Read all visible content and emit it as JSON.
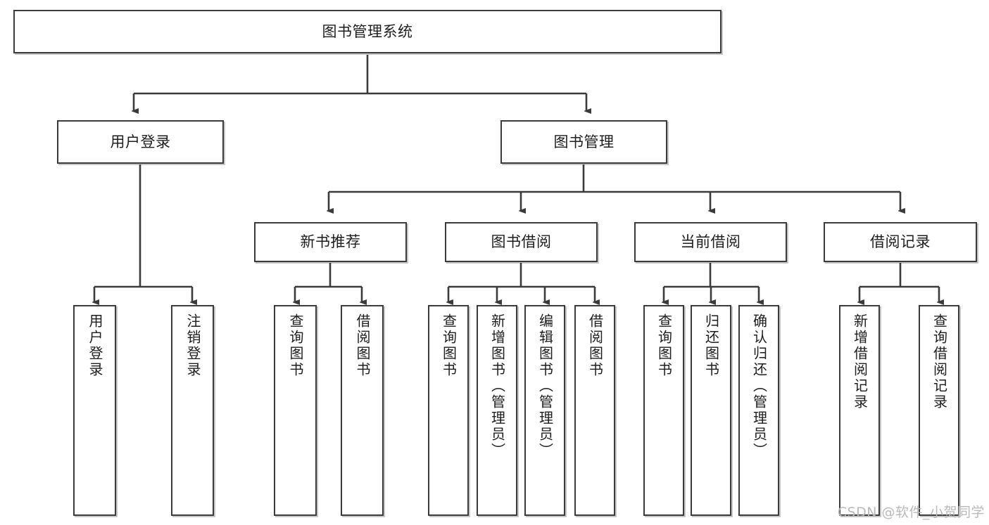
{
  "diagram": {
    "type": "tree",
    "title": "图书管理系统",
    "root": {
      "label": "图书管理系统"
    },
    "level2": [
      {
        "label": "用户登录"
      },
      {
        "label": "图书管理"
      }
    ],
    "level3": [
      {
        "label": "新书推荐"
      },
      {
        "label": "图书借阅"
      },
      {
        "label": "当前借阅"
      },
      {
        "label": "借阅记录"
      }
    ],
    "leaves": {
      "user_login": [
        {
          "label": "用户登录"
        },
        {
          "label": "注销登录"
        }
      ],
      "new_book": [
        {
          "label": "查询图书"
        },
        {
          "label": "借阅图书"
        }
      ],
      "book_borrow": [
        {
          "label": "查询图书"
        },
        {
          "label": "新增图书（管理员）"
        },
        {
          "label": "编辑图书（管理员）"
        },
        {
          "label": "借阅图书"
        }
      ],
      "current_borrow": [
        {
          "label": "查询图书"
        },
        {
          "label": "归还图书"
        },
        {
          "label": "确认归还（管理员）"
        }
      ],
      "borrow_record": [
        {
          "label": "新增借阅记录"
        },
        {
          "label": "查询借阅记录"
        }
      ]
    }
  },
  "watermark": {
    "text": "CSDN @软件_小贺同学"
  },
  "colors": {
    "stroke": "#3b3b3b",
    "text": "#1d1d1d",
    "background": "#ffffff",
    "watermark": "#b9b9b9"
  }
}
